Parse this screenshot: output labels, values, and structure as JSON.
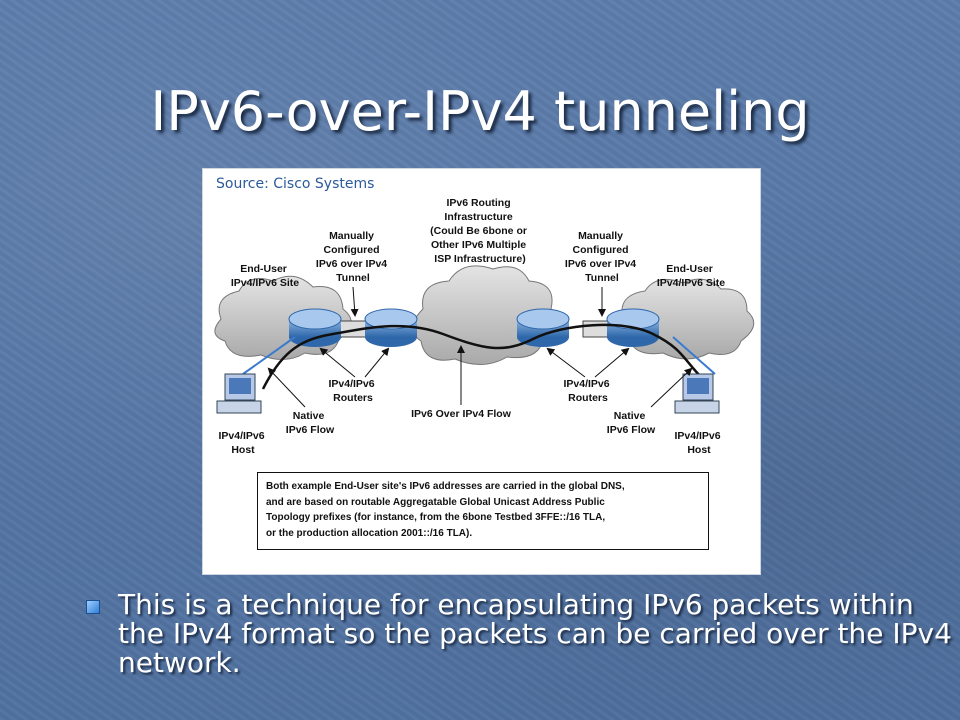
{
  "slide": {
    "title": "IPv6-over-IPv4 tunneling",
    "bullet": "This is a technique for encapsulating IPv6 packets within the IPv4 format so the packets can be carried over the IPv4 network."
  },
  "figure": {
    "source": "Source: Cisco Systems",
    "labels": {
      "left_site": [
        "End-User",
        "IPv4/IPv6 Site"
      ],
      "left_tunnel": [
        "Manually",
        "Configured",
        "IPv6 over IPv4",
        "Tunnel"
      ],
      "center_infra": [
        "IPv6 Routing",
        "Infrastructure",
        "(Could Be 6bone or",
        "Other IPv6 Multiple",
        "ISP Infrastructure)"
      ],
      "right_tunnel": [
        "Manually",
        "Configured",
        "IPv6 over IPv4",
        "Tunnel"
      ],
      "right_site": [
        "End-User",
        "IPv4/IPv6 Site"
      ],
      "left_routers": [
        "IPv4/IPv6",
        "Routers"
      ],
      "right_routers": [
        "IPv4/IPv6",
        "Routers"
      ],
      "left_flow": [
        "Native",
        "IPv6 Flow"
      ],
      "right_flow": [
        "Native",
        "IPv6 Flow"
      ],
      "center_flow": [
        "IPv6 Over IPv4 Flow"
      ],
      "left_host": [
        "IPv4/IPv6",
        "Host"
      ],
      "right_host": [
        "IPv4/IPv6",
        "Host"
      ]
    },
    "note": [
      "Both example End-User site's IPv6 addresses are carried in the global DNS,",
      "and are based on routable Aggregatable Global Unicast Address Public",
      "Topology prefixes (for instance, from the 6bone Testbed 3FFE::/16 TLA,",
      "or the production allocation 2001::/16 TLA)."
    ]
  }
}
